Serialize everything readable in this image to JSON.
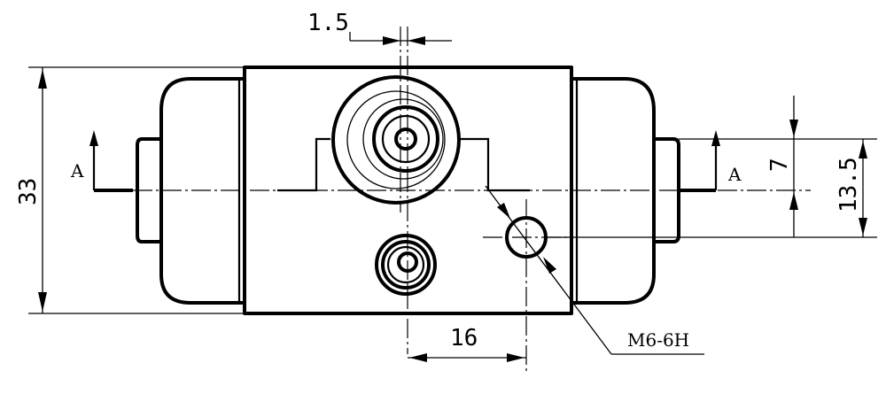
{
  "dimensions": {
    "d_1_5": "1.5",
    "d_33": "33",
    "d_7": "7",
    "d_13_5": "13.5",
    "d_16": "16"
  },
  "section_marks": {
    "left": "A",
    "right": "A"
  },
  "thread_callout": "M6-6H"
}
